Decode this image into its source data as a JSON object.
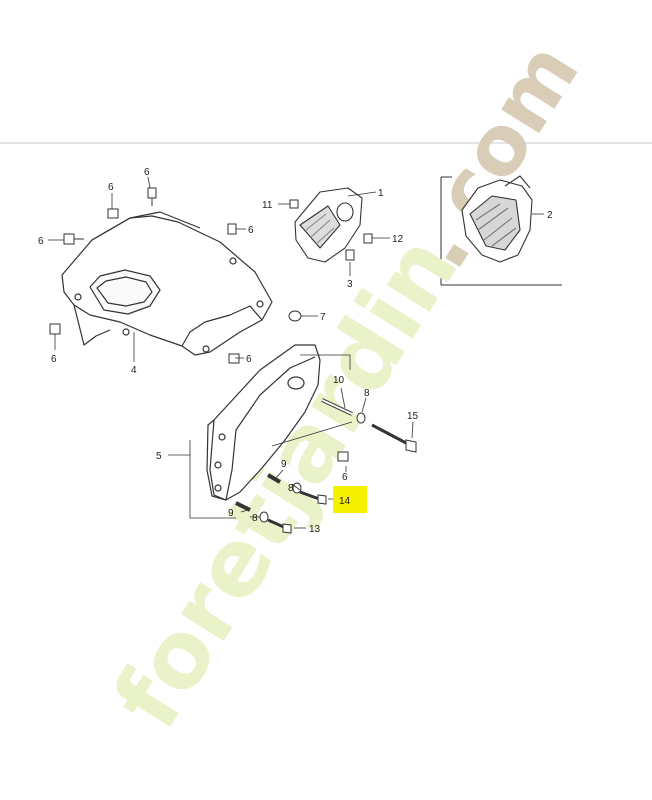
{
  "diagram": {
    "callouts": {
      "c1": "1",
      "c2": "2",
      "c3": "3",
      "c4": "4",
      "c5": "5",
      "c6a": "6",
      "c6b": "6",
      "c6c": "6",
      "c6d": "6",
      "c6e": "6",
      "c6f": "6",
      "c6g": "6",
      "c7": "7",
      "c8a": "8",
      "c8b": "8",
      "c8c": "8",
      "c9a": "9",
      "c9b": "9",
      "c10": "10",
      "c11": "11",
      "c12": "12",
      "c13": "13",
      "c14": "14",
      "c15": "15"
    },
    "highlight_color": "#f5f000"
  },
  "watermark": {
    "text_main": "foretjardin",
    "text_dot": ".",
    "text_com": "com",
    "color_main": "#e9f2c8",
    "color_com": "#d9cdb8"
  }
}
